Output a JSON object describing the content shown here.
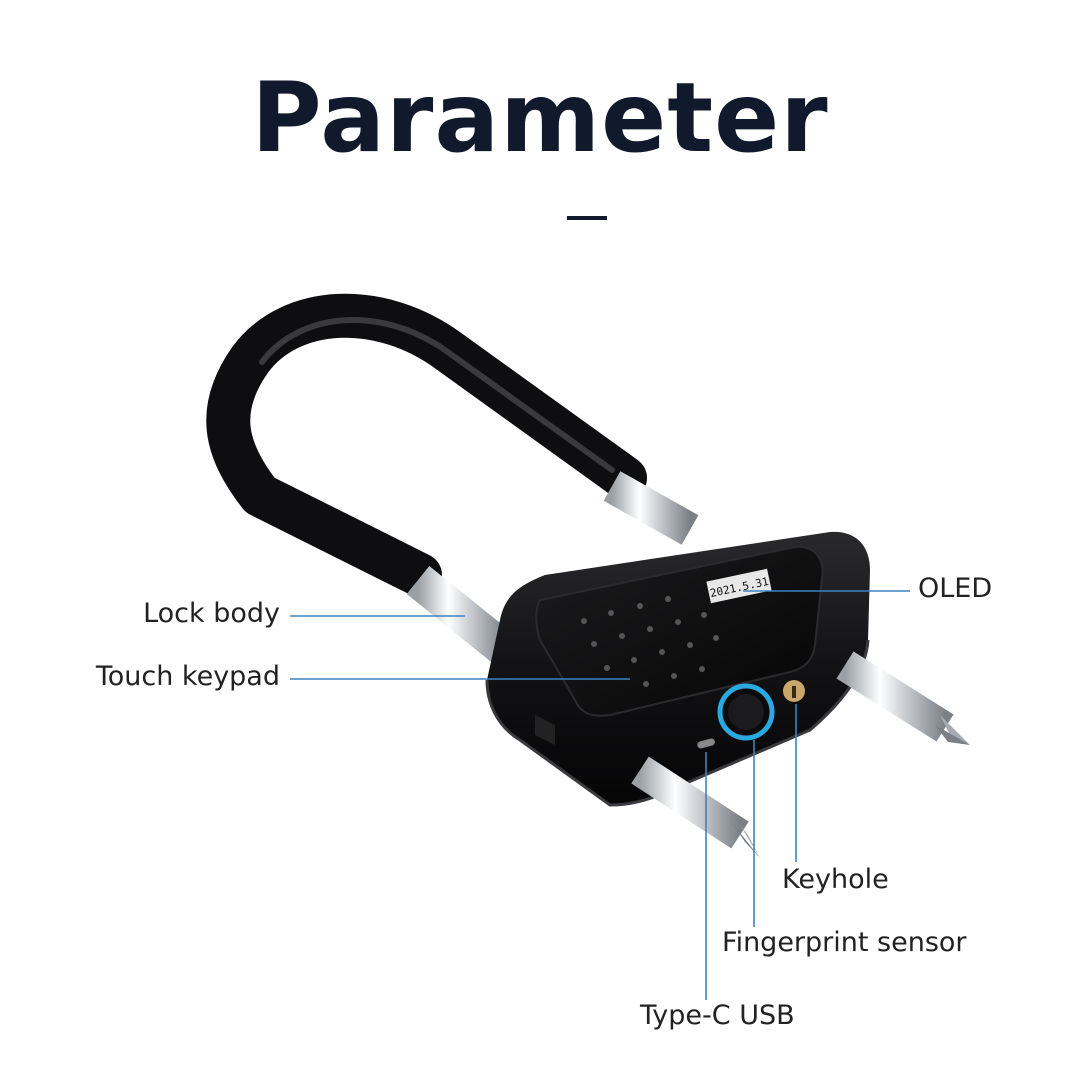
{
  "title": "Parameter",
  "oled_text": "2021.5.31",
  "labels": {
    "lock_body": "Lock body",
    "touch_keypad": "Touch keypad",
    "oled": "OLED",
    "keyhole": "Keyhole",
    "fingerprint": "Fingerprint sensor",
    "usb": "Type-C USB"
  },
  "colors": {
    "callout_line": "#3b83c4",
    "lock_body": "#111111",
    "fingerprint_ring": "#29a9e0"
  }
}
